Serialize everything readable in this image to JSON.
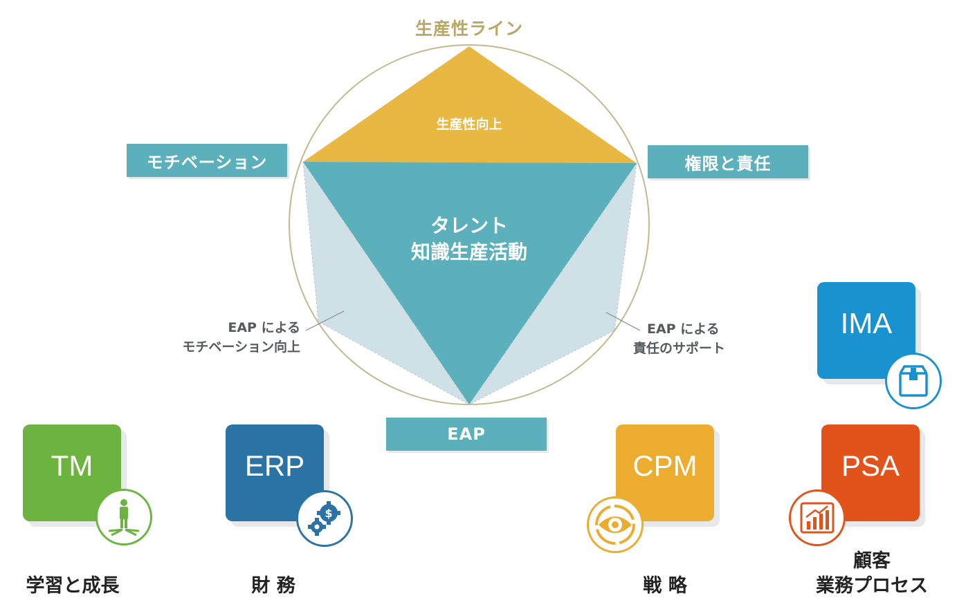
{
  "diagram": {
    "top_title": "生産性ライン",
    "top_triangle_label": "生産性向上",
    "center_label_line1": "タレント",
    "center_label_line2": "知識生産活動",
    "left_tag": "モチベーション",
    "right_tag": "権限と責任",
    "bottom_tag": "EAP",
    "left_note_line1": "EAP による",
    "left_note_line2": "モチベーション向上",
    "right_note_line1": "EAP による",
    "right_note_line2": "責任のサポート"
  },
  "cards": [
    {
      "code": "TM",
      "color": "#6cb43f",
      "icon": "person-standing-icon",
      "label": "学習と成長"
    },
    {
      "code": "ERP",
      "color": "#2a73a4",
      "icon": "dollar-gears-icon",
      "label": "財 務"
    },
    {
      "code": "CPM",
      "color": "#ebac30",
      "icon": "eye-target-icon",
      "label": "戦 略"
    },
    {
      "code": "PSA",
      "color": "#e2531b",
      "icon": "bar-chart-growth-icon",
      "label_line1": "顧客",
      "label_line2": "業務プロセス"
    },
    {
      "code": "IMA",
      "color": "#1a92d0",
      "icon": "box-package-icon"
    }
  ],
  "colors": {
    "teal": "#5bb0bc",
    "gold": "#e8b843",
    "pale_teal": "#cfe1e6",
    "circle": "#c3b88f"
  }
}
